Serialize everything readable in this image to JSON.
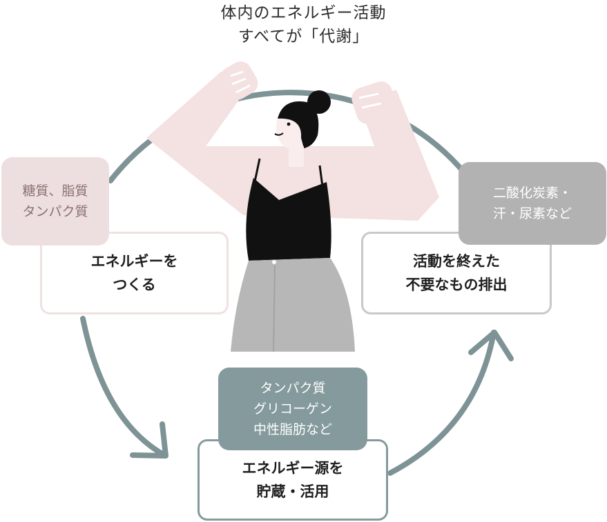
{
  "title": {
    "line1": "体内のエネルギー活動",
    "line2": "すべてが「代謝」"
  },
  "colors": {
    "cycle_ring": "#7e9396",
    "arm_pink": "#f4e1e1",
    "tank_top": "#111111",
    "pants": "#b7b7b7",
    "skin_line": "#111111"
  },
  "stages": {
    "create": {
      "label_line1": "エネルギーを",
      "label_line2": "つくる",
      "tag_line1": "糖質、脂質",
      "tag_line2": "タンパク質"
    },
    "excrete": {
      "label_line1": "活動を終えた",
      "label_line2": "不要なもの排出",
      "tag_line1": "二酸化炭素・",
      "tag_line2": "汗・尿素など"
    },
    "store": {
      "label_line1": "エネルギー源を",
      "label_line2": "貯蔵・活用",
      "tag_line1": "タンパク質",
      "tag_line2": "グリコーゲン",
      "tag_line3": "中性脂肪など"
    }
  }
}
